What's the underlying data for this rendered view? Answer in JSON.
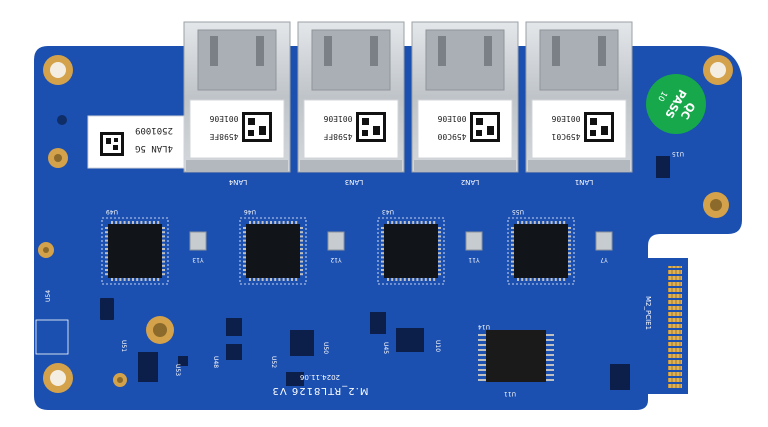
{
  "board": {
    "colors": {
      "pcb": "#1b4fb0",
      "pcb_dark": "#153f93",
      "pad_gold": "#d3a24a",
      "silkscreen": "#ffffff",
      "rj45_shell": "#c9cdd2",
      "qc_green": "#16a84a"
    },
    "silk_bottom": "M.2_RTL8126 V3",
    "silk_date": "2024.11.06",
    "connector_label": "M2_PCIE1",
    "lan_labels": [
      "LAN4",
      "LAN3",
      "LAN2",
      "LAN1"
    ],
    "port_stickers": [
      {
        "line1": "001E06",
        "line2": "4598FE"
      },
      {
        "line1": "001E06",
        "line2": "4598FF"
      },
      {
        "line1": "001E06",
        "line2": "459C00"
      },
      {
        "line1": "001E06",
        "line2": "459C01"
      }
    ],
    "side_sticker": {
      "line1": "4LAN 5G",
      "line2": "2501009"
    },
    "qc_badge": {
      "line1": "QC",
      "line2": "PASS",
      "line3": "10"
    },
    "chip_labels": [
      "U49",
      "U46",
      "U43",
      "U55"
    ],
    "crystal_labels": [
      "Y13",
      "Y12",
      "Y11",
      "Y7"
    ],
    "misc_labels": [
      "U54",
      "U51",
      "U48",
      "U53",
      "U52",
      "U50",
      "U45",
      "U10",
      "U11",
      "U15",
      "U14"
    ]
  }
}
